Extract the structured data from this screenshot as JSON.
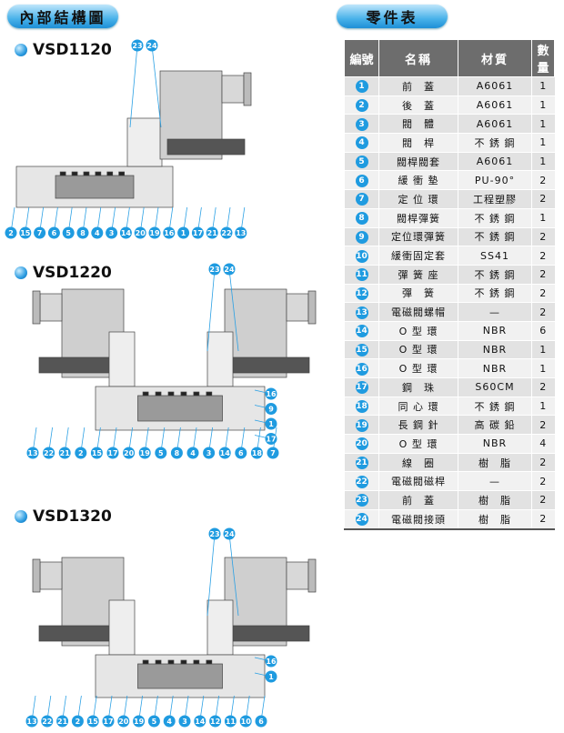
{
  "headings": {
    "structure": "內部結構圖",
    "parts": "零件表"
  },
  "models": [
    "VSD1120",
    "VSD1220",
    "VSD1320"
  ],
  "table": {
    "headers": [
      "編號",
      "名稱",
      "材質",
      "數量"
    ],
    "rows": [
      [
        "1",
        "前　蓋",
        "A6061",
        "1"
      ],
      [
        "2",
        "後　蓋",
        "A6061",
        "1"
      ],
      [
        "3",
        "閥　體",
        "A6061",
        "1"
      ],
      [
        "4",
        "閥　桿",
        "不 銹 鋼",
        "1"
      ],
      [
        "5",
        "閥桿閥套",
        "A6061",
        "1"
      ],
      [
        "6",
        "緩 衝 墊",
        "PU-90°",
        "2"
      ],
      [
        "7",
        "定 位 環",
        "工程塑膠",
        "2"
      ],
      [
        "8",
        "閥桿彈簧",
        "不 銹 鋼",
        "1"
      ],
      [
        "9",
        "定位環彈簧",
        "不 銹 鋼",
        "2"
      ],
      [
        "10",
        "緩衝固定套",
        "SS41",
        "2"
      ],
      [
        "11",
        "彈 簧 座",
        "不 銹 鋼",
        "2"
      ],
      [
        "12",
        "彈　簧",
        "不 銹 鋼",
        "2"
      ],
      [
        "13",
        "電磁閥螺帽",
        "—",
        "2"
      ],
      [
        "14",
        "O 型 環",
        "NBR",
        "6"
      ],
      [
        "15",
        "O 型 環",
        "NBR",
        "1"
      ],
      [
        "16",
        "O 型 環",
        "NBR",
        "1"
      ],
      [
        "17",
        "鋼　珠",
        "S60CM",
        "2"
      ],
      [
        "18",
        "同 心 環",
        "不 銹 鋼",
        "1"
      ],
      [
        "19",
        "長 鋼 針",
        "高 碳 鉛",
        "2"
      ],
      [
        "20",
        "O 型 環",
        "NBR",
        "4"
      ],
      [
        "21",
        "線　圈",
        "樹　脂",
        "2"
      ],
      [
        "22",
        "電磁閥磁桿",
        "—",
        "2"
      ],
      [
        "23",
        "前　蓋",
        "樹　脂",
        "2"
      ],
      [
        "24",
        "電磁閥接頭",
        "樹　脂",
        "2"
      ]
    ]
  },
  "diagrams": [
    {
      "top": [
        "23",
        "24"
      ],
      "bottom": [
        "2",
        "15",
        "7",
        "6",
        "5",
        "8",
        "4",
        "3",
        "14",
        "20",
        "19",
        "16",
        "1",
        "17",
        "21",
        "22",
        "13"
      ],
      "side": []
    },
    {
      "top": [
        "23",
        "24"
      ],
      "bottom": [
        "13",
        "22",
        "21",
        "2",
        "15",
        "17",
        "20",
        "19",
        "5",
        "8",
        "4",
        "3",
        "14",
        "6",
        "18",
        "7"
      ],
      "side": [
        "16",
        "9",
        "1",
        "17"
      ]
    },
    {
      "top": [
        "23",
        "24"
      ],
      "bottom": [
        "13",
        "22",
        "21",
        "2",
        "15",
        "17",
        "20",
        "19",
        "5",
        "4",
        "3",
        "14",
        "12",
        "11",
        "10",
        "6"
      ],
      "side": [
        "16",
        "1"
      ]
    }
  ],
  "colors": {
    "accent": "#1f9be0",
    "header": "#6d6d6d"
  }
}
